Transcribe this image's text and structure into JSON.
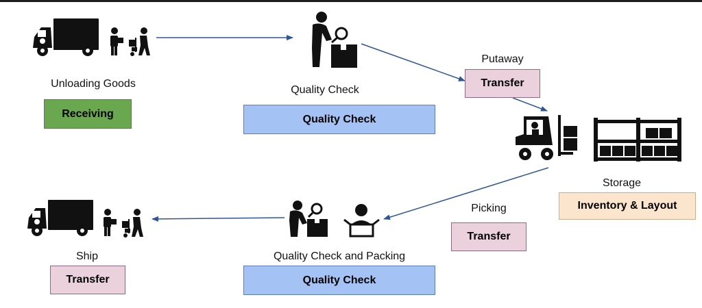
{
  "colors": {
    "green": "#6aa84f",
    "blue": "#a4c2f4",
    "pink": "#ead1dc",
    "peach": "#fce5cd",
    "arrow": "#2f5597",
    "icon": "#111111"
  },
  "stages": {
    "unloading": {
      "caption": "Unloading Goods",
      "box": "Receiving"
    },
    "quality_check": {
      "caption": "Quality Check",
      "box": "Quality Check"
    },
    "putaway": {
      "caption": "Putaway",
      "box": "Transfer"
    },
    "storage": {
      "caption": "Storage",
      "box": "Inventory & Layout"
    },
    "picking": {
      "caption": "Picking",
      "box": "Transfer"
    },
    "qc_packing": {
      "caption": "Quality Check and Packing",
      "box": "Quality Check"
    },
    "ship": {
      "caption": "Ship",
      "box": "Transfer"
    }
  },
  "icons": [
    "truck-icon",
    "worker-with-box-icon",
    "hand-truck-worker-icon",
    "inspector-magnifier-icon",
    "forklift-icon",
    "storage-rack-icon",
    "packing-box-worker-icon"
  ]
}
